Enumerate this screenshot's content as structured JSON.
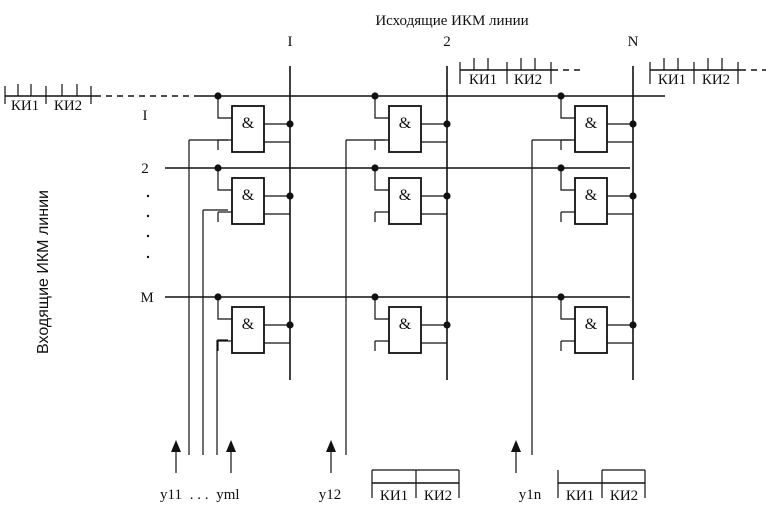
{
  "title_top": "Исходящие ИКМ линии",
  "title_left": "Входящие ИКМ линии",
  "output_labels": [
    "I",
    "2",
    "N"
  ],
  "input_labels": [
    "I",
    "2",
    "M"
  ],
  "gate_symbol": "&",
  "frame_cells": [
    "КИ1",
    "КИ2"
  ],
  "control_labels": {
    "group1_first": "y11",
    "group1_dots": ". . .",
    "group1_last": "yml",
    "group2": "y12",
    "group3": "y1n"
  }
}
